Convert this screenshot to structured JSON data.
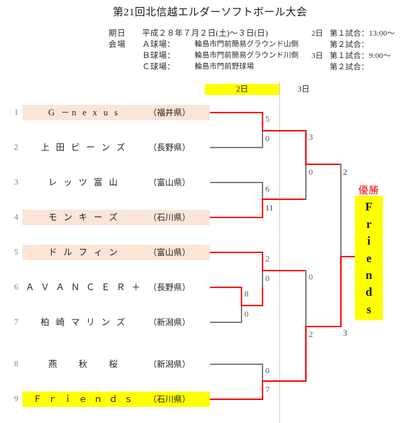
{
  "title": "第21回北信越エルダーソフトボール大会",
  "info": {
    "date_label": "期日",
    "date_value": "平成２８年７月２日(土)〜３日(日)",
    "venue_label": "会場",
    "venues": [
      {
        "name": "Ａ球場：",
        "place": "輪島市門前簡易グラウンド山側"
      },
      {
        "name": "Ｂ球場：",
        "place": "輪島市門前簡易グラウンド川側"
      },
      {
        "name": "Ｃ球場：",
        "place": "輪島市門前野球場"
      }
    ],
    "schedule": [
      {
        "day": "2日",
        "game": "第１試合：13:00〜"
      },
      {
        "day": "",
        "game": "第２試合："
      },
      {
        "day": "3日",
        "game": "第１試合：9:00〜"
      },
      {
        "day": "",
        "game": "第２試合："
      }
    ]
  },
  "day_headers": {
    "day2": "2日",
    "day3": "3日"
  },
  "teams": [
    {
      "num": "1",
      "name": "G －n e x u s",
      "pref": "（福井県）",
      "highlight": "peach"
    },
    {
      "num": "2",
      "name": "上 田 ビ ー ン ズ",
      "pref": "（長野県）",
      "highlight": "none"
    },
    {
      "num": "3",
      "name": "レ ッ ツ 富 山",
      "pref": "（富山県）",
      "highlight": "none"
    },
    {
      "num": "4",
      "name": "モ ン キ ー ズ",
      "pref": "（石川県）",
      "highlight": "peach"
    },
    {
      "num": "5",
      "name": "ド ル フ ィ ン",
      "pref": "（富山県）",
      "highlight": "peach"
    },
    {
      "num": "6",
      "name": "Ａ Ｖ Ａ Ｎ Ｃ Ｅ Ｒ ＋",
      "pref": "（長野県）",
      "highlight": "none"
    },
    {
      "num": "7",
      "name": "柏 崎 マ リ ン ズ",
      "pref": "（新潟県）",
      "highlight": "none"
    },
    {
      "num": "8",
      "name": "燕 　 秋 　 桜",
      "pref": "（新潟県）",
      "highlight": "none"
    },
    {
      "num": "9",
      "name": "Ｆ ｒ ｉ ｅ ｎ ｄ ｓ",
      "pref": "（石川県）",
      "highlight": "yellow"
    }
  ],
  "scores": {
    "r1_t1": "5",
    "r1_t2": "0",
    "r1_t3": "6",
    "r1_t4": "11",
    "r1_t5": "2",
    "pre_t6": "8",
    "pre_t7": "0",
    "r1_t67": "0",
    "r1_t8": "0",
    "r1_t9": "7",
    "r2_upper_top": "3",
    "r2_upper_bot": "0",
    "r2_lower_top": "0",
    "r2_lower_bot": "2",
    "final_top": "2",
    "final_bot": "3"
  },
  "champion": {
    "label": "優勝",
    "name": "Friends",
    "letters": [
      "F",
      "r",
      "i",
      "e",
      "n",
      "d",
      "s"
    ]
  },
  "colors": {
    "winner_line": "#ff0000",
    "loser_line": "#7f7f7f",
    "highlight_peach": "#fbe5d6",
    "highlight_yellow": "#ffff00",
    "champion_text": "#ff0000"
  }
}
